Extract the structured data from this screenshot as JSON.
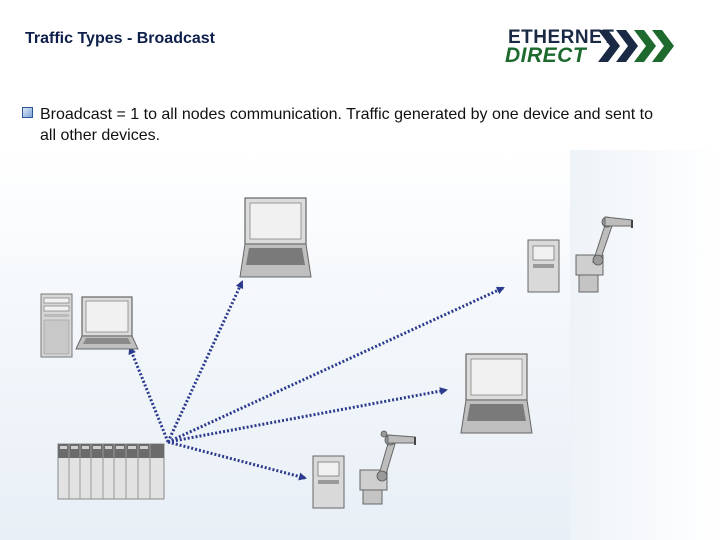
{
  "slide": {
    "title": "Traffic Types - Broadcast",
    "logo": {
      "line1": "ETHERNET",
      "line2": "DIRECT",
      "colors": {
        "dark": "#1a2a44",
        "green": "#1e6a2e"
      }
    },
    "bullet": {
      "text": "Broadcast = 1 to all nodes communication. Traffic generated by one device and sent to all other devices."
    }
  },
  "diagram": {
    "link_color": "#2b3a8c",
    "nodes": [
      {
        "id": "plc",
        "icon": "plc-rack-icon"
      },
      {
        "id": "tower-pc",
        "icon": "tower-pc-icon"
      },
      {
        "id": "laptop-left",
        "icon": "laptop-icon"
      },
      {
        "id": "laptop-top",
        "icon": "laptop-icon"
      },
      {
        "id": "robot-top",
        "icon": "robot-arm-icon"
      },
      {
        "id": "laptop-right",
        "icon": "laptop-icon"
      },
      {
        "id": "robot-bottom",
        "icon": "robot-arm-icon"
      }
    ],
    "links": [
      {
        "from": "plc",
        "to": "laptop-left"
      },
      {
        "from": "plc",
        "to": "laptop-top"
      },
      {
        "from": "plc",
        "to": "robot-top"
      },
      {
        "from": "plc",
        "to": "laptop-right"
      },
      {
        "from": "plc",
        "to": "robot-bottom"
      }
    ]
  }
}
